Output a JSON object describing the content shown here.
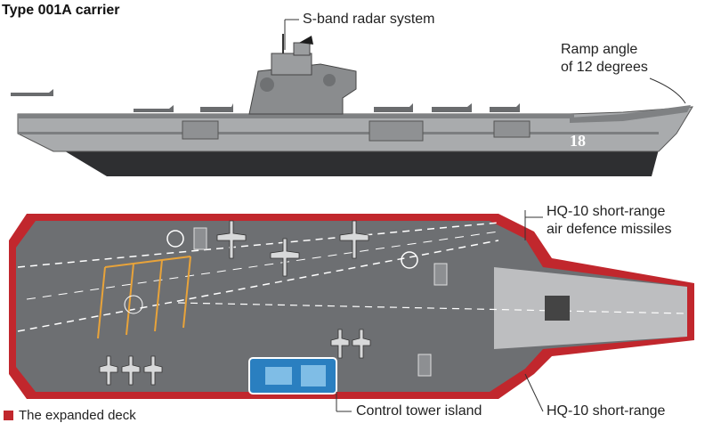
{
  "title": "Type 001A carrier",
  "hull_number": "18",
  "labels": {
    "radar": "S-band radar system",
    "ramp_line1": "Ramp angle",
    "ramp_line2": "of 12 degrees",
    "hq10_top_line1": "HQ-10 short-range",
    "hq10_top_line2": "air defence missiles",
    "hq10_bottom_line1": "HQ-10 short-range",
    "control_tower": "Control tower island"
  },
  "legend": {
    "text": "The expanded deck",
    "color": "#c1272d"
  },
  "colors": {
    "hull": "#8d8f92",
    "deck": "#6d6f72",
    "ramp": "#bdbec0",
    "red": "#c1272d",
    "island": "#2a7fc0",
    "lines": "#e8a33a"
  }
}
